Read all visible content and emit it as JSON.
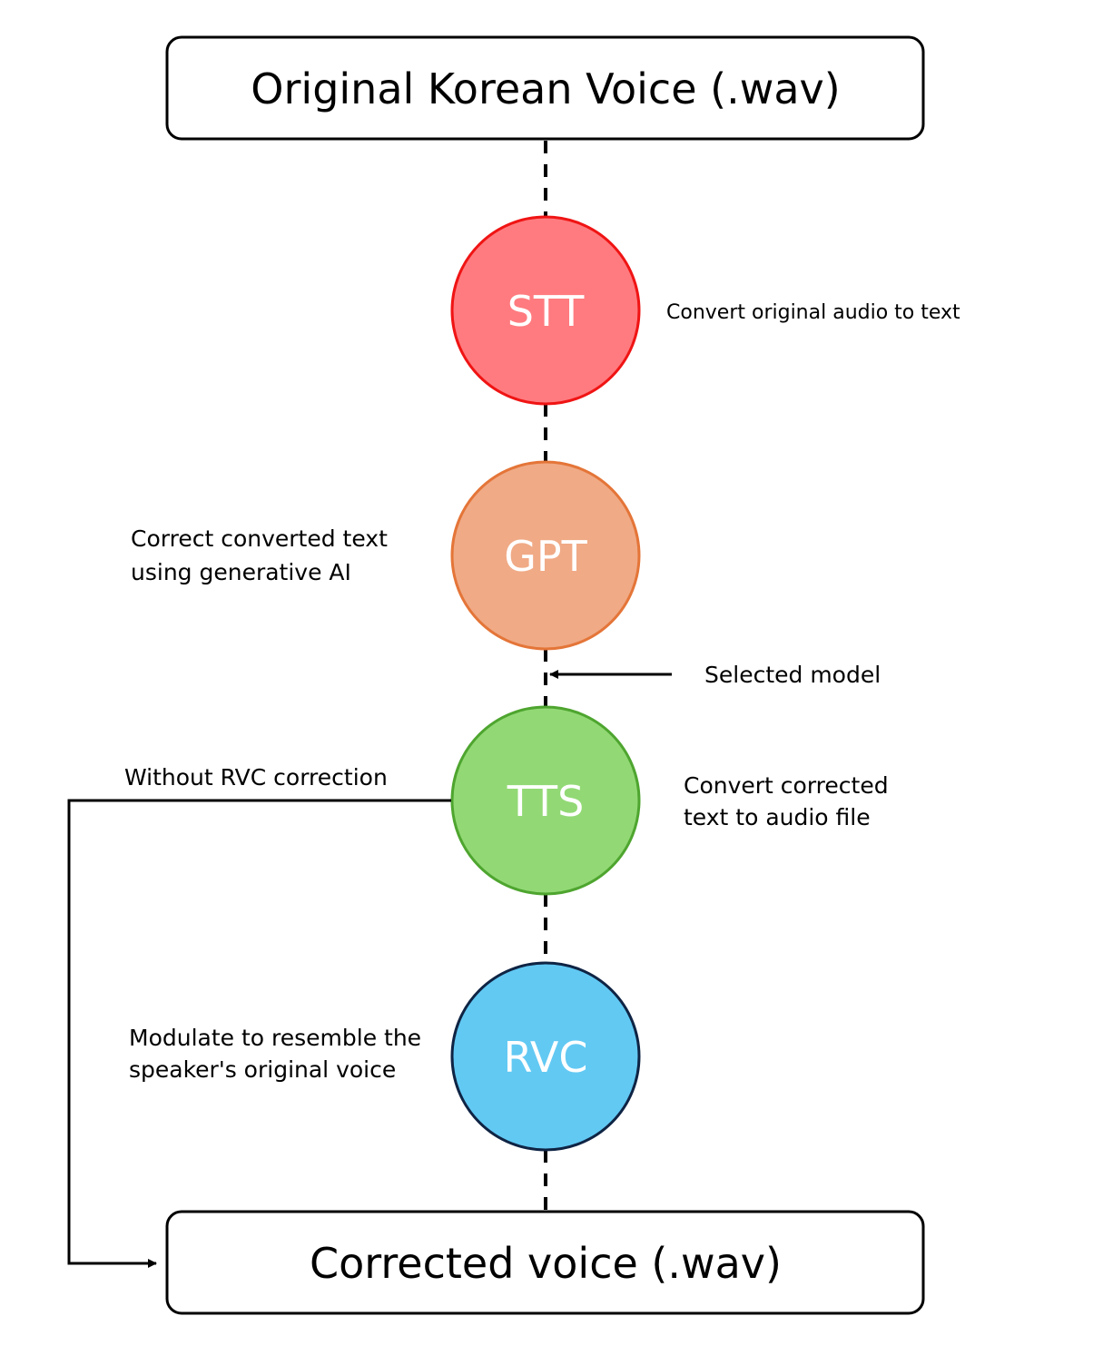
{
  "input_box": {
    "label": "Original Korean Voice (.wav)"
  },
  "output_box": {
    "label": "Corrected voice (.wav)"
  },
  "nodes": [
    {
      "id": "stt",
      "label": "STT",
      "fill": "#ff7b7f",
      "stroke": "#f01414"
    },
    {
      "id": "gpt",
      "label": "GPT",
      "fill": "#f0aa86",
      "stroke": "#e47538"
    },
    {
      "id": "tts",
      "label": "TTS",
      "fill": "#92d975",
      "stroke": "#4ea52f"
    },
    {
      "id": "rvc",
      "label": "RVC",
      "fill": "#62c9f3",
      "stroke": "#0f2444"
    }
  ],
  "annotations": {
    "stt": "Convert original audio to text",
    "gpt_line1": "Correct converted text",
    "gpt_line2": "using generative AI",
    "selected_model": "Selected model",
    "tts_line1": "Convert corrected",
    "tts_line2": "text to audio file",
    "rvc_line1": "Modulate to resemble the",
    "rvc_line2": "speaker's original voice",
    "bypass": "Without RVC correction"
  }
}
